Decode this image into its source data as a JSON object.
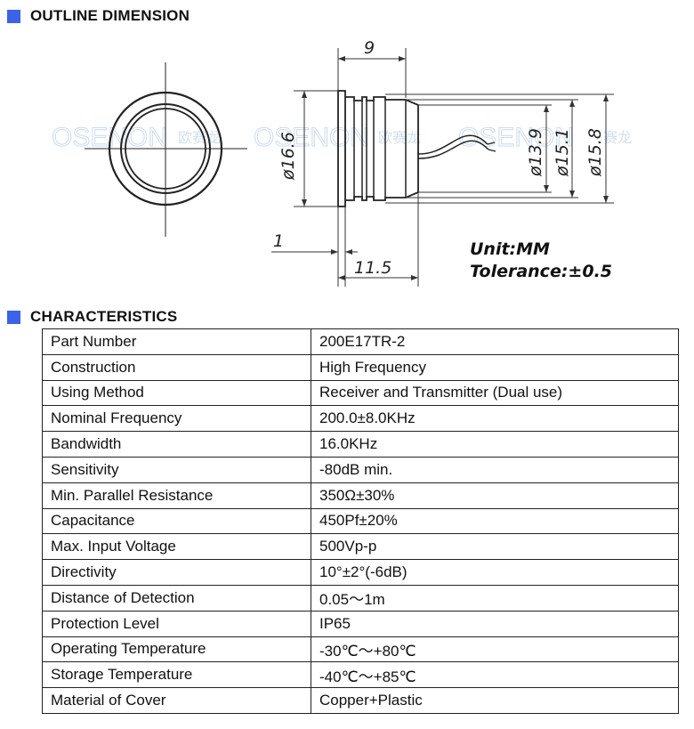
{
  "outline": {
    "title": "OUTLINE DIMENSION",
    "dims": {
      "width_top": "9",
      "diameter_left": "ø16.6",
      "flange": "1",
      "length": "11.5",
      "d1": "ø13.9",
      "d2": "ø15.1",
      "d3": "ø15.8"
    },
    "unit": "Unit:MM",
    "tolerance": "Tolerance:±0.5",
    "watermark": [
      "OSENON",
      "OSENON",
      "OSENON"
    ],
    "watermark_cn": [
      "欧赛龙",
      "欧赛龙",
      "赛龙"
    ]
  },
  "characteristics": {
    "title": "CHARACTERISTICS",
    "rows": [
      {
        "label": "Part Number",
        "value": "200E17TR-2"
      },
      {
        "label": "Construction",
        "value": "High Frequency"
      },
      {
        "label": "Using Method",
        "value": "Receiver and Transmitter (Dual use)"
      },
      {
        "label": "Nominal Frequency",
        "value": "200.0±8.0KHz"
      },
      {
        "label": "Bandwidth",
        "value": "16.0KHz"
      },
      {
        "label": "Sensitivity",
        "value": "-80dB min."
      },
      {
        "label": "Min. Parallel Resistance",
        "value": "350Ω±30%"
      },
      {
        "label": "Capacitance",
        "value": "450Pf±20%"
      },
      {
        "label": "Max. Input Voltage",
        "value": "500Vp-p"
      },
      {
        "label": "Directivity",
        "value": "10°±2°(-6dB)"
      },
      {
        "label": "Distance of Detection",
        "value": "0.05～1m"
      },
      {
        "label": "Protection Level",
        "value": "IP65"
      },
      {
        "label": "Operating Temperature",
        "value": "-30℃～+80℃"
      },
      {
        "label": "Storage Temperature",
        "value": "-40℃～+85℃"
      },
      {
        "label": "Material of Cover",
        "value": "Copper+Plastic"
      }
    ]
  },
  "colors": {
    "marker": "#3a63e8",
    "watermark": "#c9dcef"
  }
}
